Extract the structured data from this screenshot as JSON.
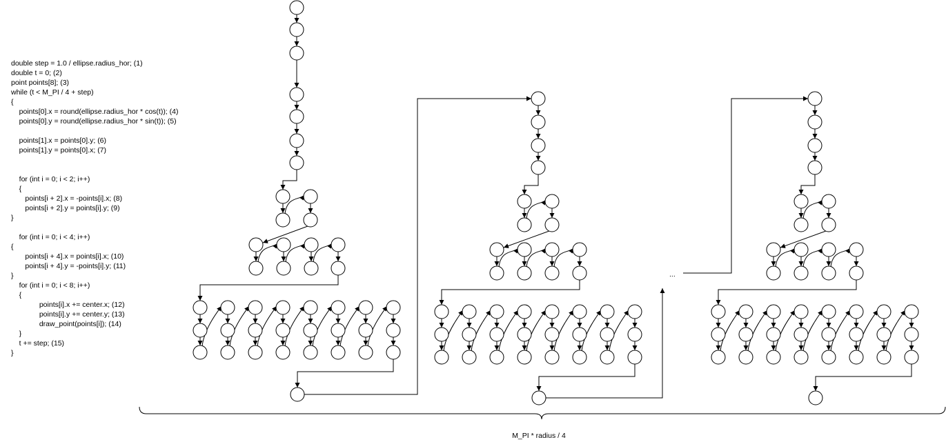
{
  "code_lines": [
    "double step = 1.0 / ellipse.radius_hor; (1)",
    "double t = 0; (2)",
    "point points[8]; (3)",
    "while (t < M_PI / 4 + step)",
    "{",
    "    points[0].x = round(ellipse.radius_hor * cos(t)); (4)",
    "    points[0].y = round(ellipse.radius_hor * sin(t)); (5)",
    "",
    "    points[1].x = points[0].y; (6)",
    "    points[1].y = points[0].x; (7)",
    "",
    "",
    "    for (int i = 0; i < 2; i++)",
    "    {",
    "       points[i + 2].x = -points[i].x; (8)",
    "       points[i + 2].y = points[i].y; (9)",
    "}",
    "",
    "    for (int i = 0; i < 4; i++)",
    "{",
    "       points[i + 4].x = points[i].x; (10)",
    "       points[i + 4].y = -points[i].y; (11)",
    "}",
    "    for (int i = 0; i < 8; i++)",
    "    {",
    "              points[i].x += center.x; (12)",
    "              points[i].y += center.y; (13)",
    "              draw_point(points[i]); (14)",
    "    }",
    "    t += step; (15)",
    "}"
  ],
  "ellipsis_label": "...",
  "brace_label": "M_PI * radius / 4",
  "colors": {
    "stroke": "#000000",
    "node_fill": "#ffffff",
    "background": "#ffffff"
  }
}
